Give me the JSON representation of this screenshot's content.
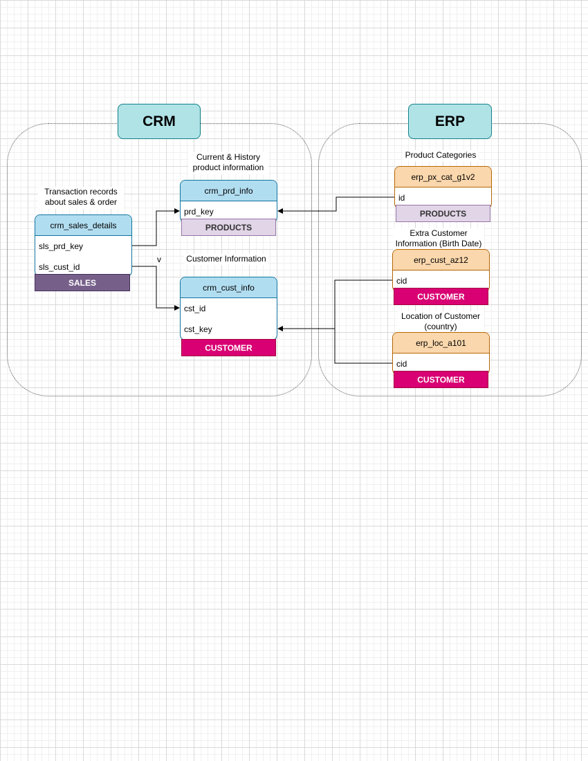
{
  "groups": {
    "crm": {
      "title": "CRM"
    },
    "erp": {
      "title": "ERP"
    }
  },
  "notes": {
    "sales": "Transaction records about sales & order",
    "prd": "Current & History product information",
    "cust": "Customer Information",
    "px_cat": "Product Categories",
    "cust_az12": "Extra Customer Information (Birth Date)",
    "loc": "Location of Customer (country)"
  },
  "tables": {
    "crm_sales_details": {
      "name": "crm_sales_details",
      "fields": [
        "sls_prd_key",
        "sls_cust_id"
      ],
      "badge": "SALES"
    },
    "crm_prd_info": {
      "name": "crm_prd_info",
      "fields": [
        "prd_key"
      ],
      "badge": "PRODUCTS"
    },
    "crm_cust_info": {
      "name": "crm_cust_info",
      "fields": [
        "cst_id",
        "cst_key"
      ],
      "badge": "CUSTOMER"
    },
    "erp_px_cat_g1v2": {
      "name": "erp_px_cat_g1v2",
      "fields": [
        "id"
      ],
      "badge": "PRODUCTS"
    },
    "erp_cust_az12": {
      "name": "erp_cust_az12",
      "fields": [
        "cid"
      ],
      "badge": "CUSTOMER"
    },
    "erp_loc_a101": {
      "name": "erp_loc_a101",
      "fields": [
        "cid"
      ],
      "badge": "CUSTOMER"
    }
  },
  "stray_label": "v",
  "colors": {
    "crm_header": "#b1ddf0",
    "erp_header": "#fad7ac",
    "group_title": "#b0e3e6",
    "products_badge": "#e1d5e7",
    "customer_badge": "#d80073",
    "sales_badge": "#76608a"
  }
}
